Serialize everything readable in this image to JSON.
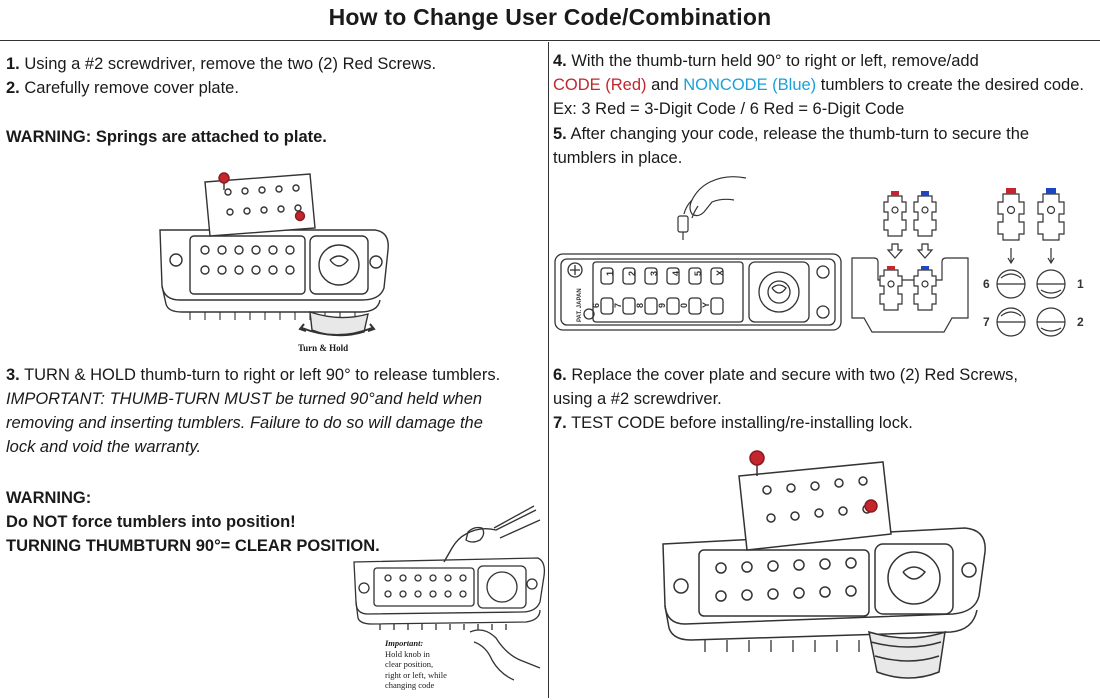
{
  "page_title": "How to Change User Code/Combination",
  "left": {
    "step1_num": "1.",
    "step1_text": "Using a #2 screwdriver, remove the two (2) Red Screws.",
    "step2_num": "2.",
    "step2_text": "Carefully remove cover plate.",
    "warning1": "WARNING: Springs are attached to plate.",
    "fig1_caption": "Turn & Hold",
    "step3_num": "3.",
    "step3_text": "TURN & HOLD thumb-turn to right or left 90° to release tumblers.",
    "step3_italic_lines": [
      "IMPORTANT: THUMB-TURN MUST be turned 90°and held when",
      "removing and inserting tumblers. Failure to do so will damage the",
      "lock and void the warranty."
    ],
    "warning2_lines": [
      "WARNING:",
      "Do NOT force tumblers into position!",
      "TURNING THUMBTURN 90°= CLEAR POSITION."
    ],
    "fig3_note_title": "Important:",
    "fig3_note_lines": [
      "Hold knob in",
      "clear position,",
      "right or left, while",
      "changing code"
    ]
  },
  "right": {
    "step4_num": "4.",
    "step4_line1": "With the thumb-turn held 90° to right or left, remove/add",
    "step4_code_red": "CODE (Red)",
    "step4_and": "and",
    "step4_noncode_blue": "NONCODE (Blue)",
    "step4_rest": "tumblers to create the desired code.",
    "step4_example": "Ex: 3 Red = 3-Digit Code / 6 Red = 6-Digit Code",
    "step5_num": "5.",
    "step5_line1": "After changing your code, release the thumb-turn to secure the",
    "step5_line2": "tumblers in place.",
    "panel_top_labels": [
      "1",
      "2",
      "3",
      "4",
      "5",
      "X"
    ],
    "panel_bottom_labels": [
      "6",
      "7",
      "8",
      "9",
      "0",
      "Y"
    ],
    "panel_side_text": "PAT. JAPAN",
    "tumbler_labels": [
      "6",
      "1",
      "7",
      "2"
    ],
    "step6_num": "6.",
    "step6_line1": "Replace the cover plate and secure with two (2) Red Screws,",
    "step6_line2": "using a #2 screwdriver.",
    "step7_num": "7.",
    "step7_text": "TEST CODE before installing/re-installing lock."
  },
  "colors": {
    "red": "#c4262e",
    "blue": "#1ba1d9",
    "text": "#1a1a1a"
  }
}
